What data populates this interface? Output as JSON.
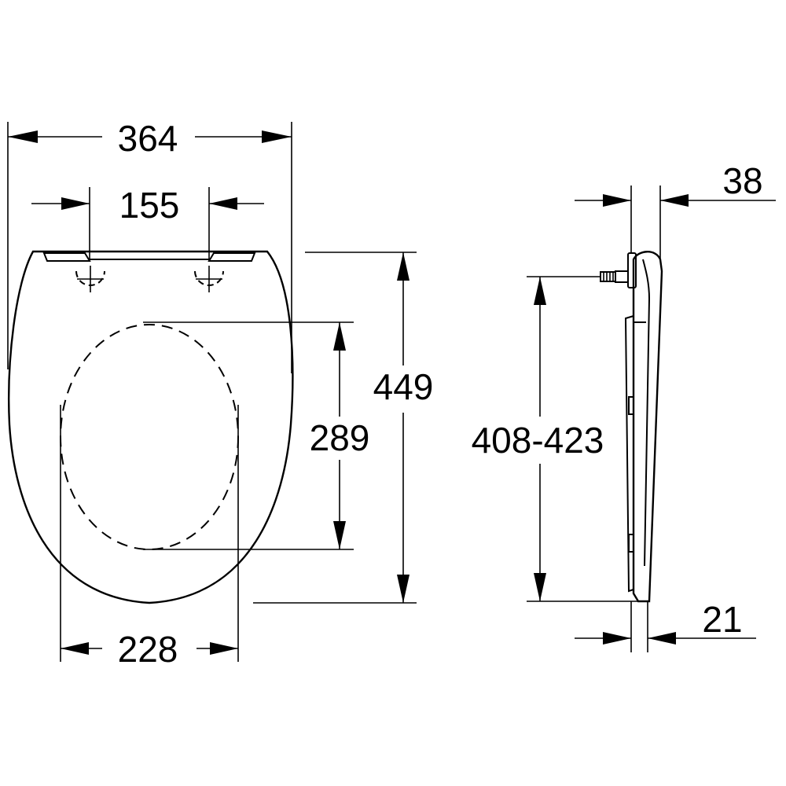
{
  "front_view": {
    "width_label": "364",
    "hole_spacing_label": "155",
    "seat_length_label": "449",
    "opening_length_label": "289",
    "opening_width_label": "228"
  },
  "side_view": {
    "fixing_range_label": "408-423",
    "overall_height_label": "38",
    "seat_thickness_label": "21"
  }
}
